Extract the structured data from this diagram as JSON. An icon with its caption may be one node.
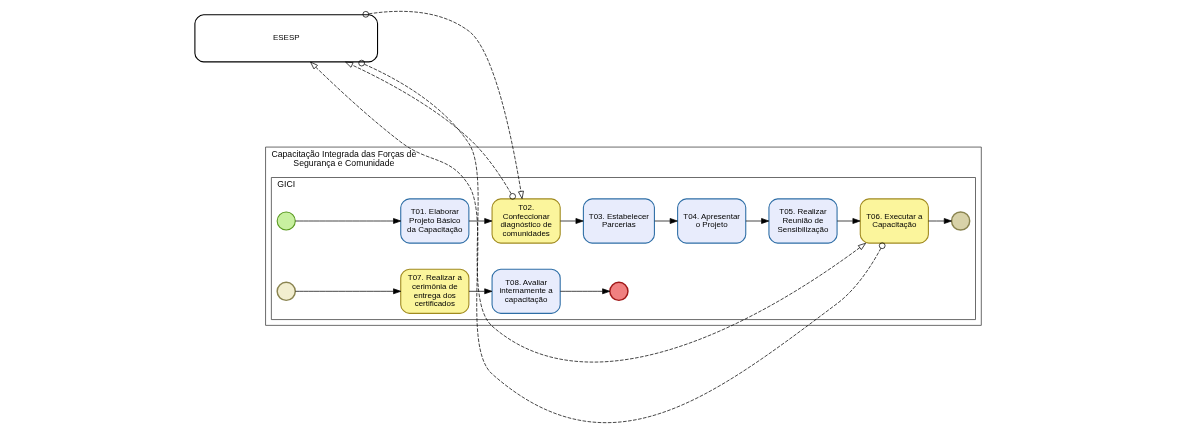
{
  "diagram": {
    "nodes": [
      {
        "text": [
          "ESESP"
        ]
      },
      {
        "text": [
          "Capacitação Integrada das Forças de Segurança e Comunidade"
        ]
      },
      {
        "text": [
          "GICI"
        ],
        "in": 1
      },
      {
        "text": [],
        "shape": "circle",
        "in": 2
      },
      {
        "text": [
          "T01. Elaborar Projeto Básico da Capacitação"
        ],
        "in": 2
      },
      {
        "text": [
          "T02. Confeccionar diagnóstico de comunidades"
        ],
        "in": 2
      },
      {
        "text": [
          "T03. Estabelecer Parcerias"
        ],
        "in": 2
      },
      {
        "text": [
          "T04. Apresentar o Projeto"
        ],
        "in": 2
      },
      {
        "text": [
          "T05. Realizar Reunião de Sensibilização"
        ],
        "in": 2
      },
      {
        "text": [
          "T06. Executar a Capacitação"
        ],
        "in": 2
      },
      {
        "text": [],
        "shape": "circle",
        "in": 2
      },
      {
        "text": [],
        "shape": "circle",
        "in": 2
      },
      {
        "text": [
          "T07. Realizar a cerimônia de entrega dos certificados"
        ],
        "in": 2
      },
      {
        "text": [
          "T08. Avaliar internamente a capacitação"
        ],
        "in": 2
      },
      {
        "text": [],
        "shape": "circle",
        "in": 2
      }
    ],
    "edges": [
      {
        "from": 3,
        "to": 4,
        "arrow": "to"
      },
      {
        "from": 4,
        "to": 5,
        "arrow": "to"
      },
      {
        "from": 5,
        "to": 6,
        "arrow": "to"
      },
      {
        "from": 6,
        "to": 7,
        "arrow": "to"
      },
      {
        "from": 7,
        "to": 8,
        "arrow": "to"
      },
      {
        "from": 8,
        "to": 9,
        "arrow": "to"
      },
      {
        "from": 9,
        "to": 10,
        "arrow": "to"
      },
      {
        "from": 11,
        "to": 12,
        "arrow": "to"
      },
      {
        "from": 12,
        "to": 13,
        "arrow": "to"
      },
      {
        "from": 13,
        "to": 14,
        "arrow": "to"
      },
      {
        "from": 5,
        "to": 0,
        "arrow": "to",
        "style": "dashed"
      },
      {
        "from": 0,
        "to": 5,
        "arrow": "to",
        "style": "dashed"
      },
      {
        "from": 9,
        "to": 0,
        "arrow": "to",
        "style": "dashed"
      },
      {
        "from": 0,
        "to": 9,
        "arrow": "to",
        "style": "dashed"
      }
    ]
  }
}
